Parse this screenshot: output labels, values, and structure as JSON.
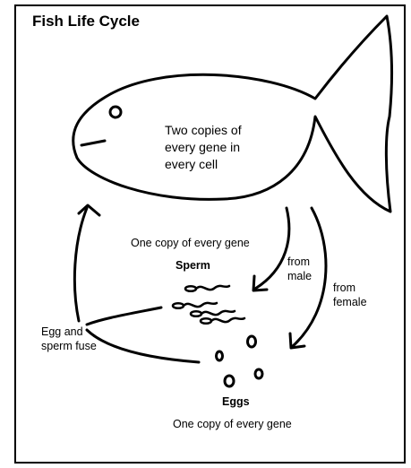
{
  "title": "Fish Life Cycle",
  "fish_body_text": [
    "Two copies of",
    "every gene in",
    "every cell"
  ],
  "gametes_copy_label": "One copy of every gene",
  "sperm_label": "Sperm",
  "from_male_label": [
    "from",
    "male"
  ],
  "from_female_label": [
    "from",
    "female"
  ],
  "fuse_label": [
    "Egg and",
    "sperm fuse"
  ],
  "eggs_label": "Eggs",
  "eggs_copy_label": "One copy of every gene"
}
